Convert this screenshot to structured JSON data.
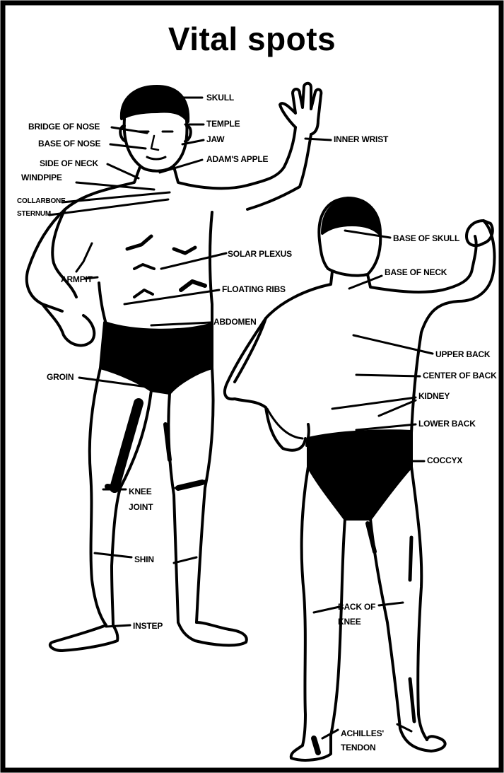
{
  "title": "Vital spots",
  "labels": {
    "skull": "SKULL",
    "bridge_of_nose": "BRIDGE OF NOSE",
    "temple": "TEMPLE",
    "base_of_nose": "BASE OF NOSE",
    "jaw": "JAW",
    "inner_wrist": "INNER WRIST",
    "side_of_neck": "SIDE OF NECK",
    "adams_apple": "ADAM'S APPLE",
    "windpipe": "WINDPIPE",
    "collarbone": "COLLARBONE",
    "sternum": "STERNUM",
    "base_of_skull": "BASE OF SKULL",
    "solar_plexus": "SOLAR PLEXUS",
    "armpit": "ARMPIT",
    "base_of_neck": "BASE OF NECK",
    "floating_ribs": "FLOATING RIBS",
    "abdomen": "ABDOMEN",
    "upper_back": "UPPER BACK",
    "groin": "GROIN",
    "center_of_back": "CENTER OF BACK",
    "kidney": "KIDNEY",
    "lower_back": "LOWER BACK",
    "coccyx": "COCCYX",
    "knee_joint_1": "KNEE",
    "knee_joint_2": "JOINT",
    "shin": "SHIN",
    "back_of_knee_1": "BACK OF",
    "back_of_knee_2": "KNEE",
    "instep": "INSTEP",
    "achilles_1": "ACHILLES'",
    "achilles_2": "TENDON"
  }
}
